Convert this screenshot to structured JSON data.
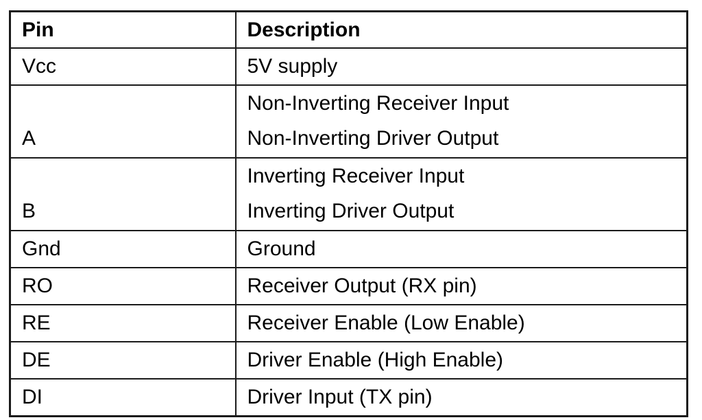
{
  "table": {
    "headers": {
      "pin": "Pin",
      "description": "Description"
    },
    "rows": [
      {
        "pin": "Vcc",
        "desc": [
          "5V supply"
        ]
      },
      {
        "pin": "A",
        "desc": [
          "Non-Inverting Receiver Input",
          "Non-Inverting Driver Output"
        ]
      },
      {
        "pin": "B",
        "desc": [
          "Inverting Receiver Input",
          "Inverting Driver Output"
        ]
      },
      {
        "pin": "Gnd",
        "desc": [
          "Ground"
        ]
      },
      {
        "pin": "RO",
        "desc": [
          "Receiver Output (RX pin)"
        ]
      },
      {
        "pin": "RE",
        "desc": [
          "Receiver Enable (Low Enable)"
        ]
      },
      {
        "pin": "DE",
        "desc": [
          "Driver Enable (High Enable)"
        ]
      },
      {
        "pin": "DI",
        "desc": [
          "Driver Input (TX pin)"
        ]
      }
    ],
    "colors": {
      "border": "#1a1a1a",
      "text": "#000000",
      "background": "#ffffff"
    }
  }
}
